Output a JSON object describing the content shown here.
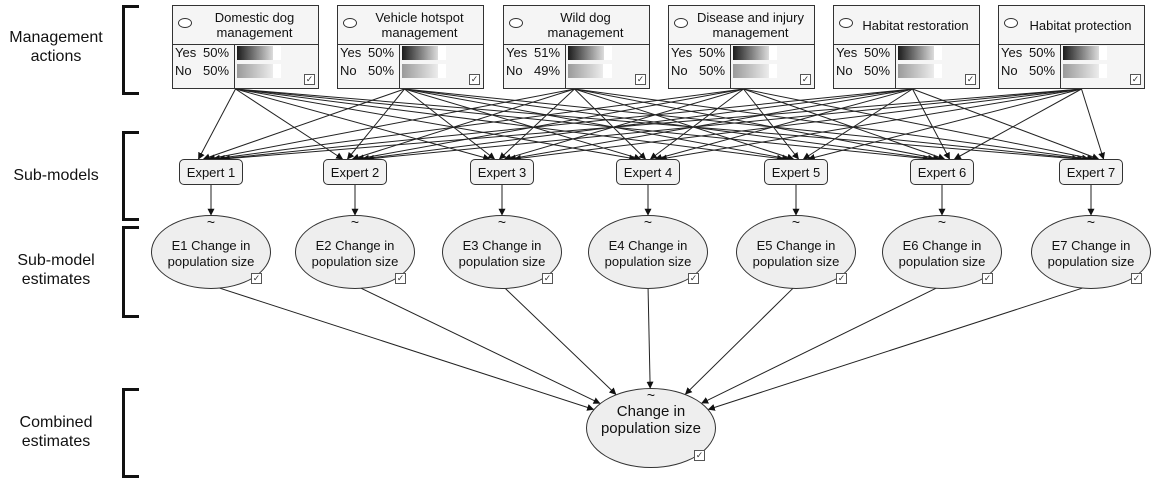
{
  "row_labels": {
    "management_actions": [
      "Management",
      "actions"
    ],
    "sub_models": [
      "Sub-models"
    ],
    "sub_model_estimates": [
      "Sub-model",
      "estimates"
    ],
    "combined_estimates": [
      "Combined",
      "estimates"
    ]
  },
  "actions": [
    {
      "title": "Domestic dog management",
      "yes_label": "Yes",
      "yes": "50%",
      "no_label": "No",
      "no": "50%",
      "yes_frac": 0.5,
      "no_frac": 0.5
    },
    {
      "title": "Vehicle hotspot management",
      "yes_label": "Yes",
      "yes": "50%",
      "no_label": "No",
      "no": "50%",
      "yes_frac": 0.5,
      "no_frac": 0.5
    },
    {
      "title": "Wild dog management",
      "yes_label": "Yes",
      "yes": "51%",
      "no_label": "No",
      "no": "49%",
      "yes_frac": 0.51,
      "no_frac": 0.49
    },
    {
      "title": "Disease and injury management",
      "yes_label": "Yes",
      "yes": "50%",
      "no_label": "No",
      "no": "50%",
      "yes_frac": 0.5,
      "no_frac": 0.5
    },
    {
      "title": "Habitat restoration",
      "yes_label": "Yes",
      "yes": "50%",
      "no_label": "No",
      "no": "50%",
      "yes_frac": 0.5,
      "no_frac": 0.5
    },
    {
      "title": "Habitat protection",
      "yes_label": "Yes",
      "yes": "50%",
      "no_label": "No",
      "no": "50%",
      "yes_frac": 0.5,
      "no_frac": 0.5
    }
  ],
  "experts": [
    "Expert 1",
    "Expert 2",
    "Expert 3",
    "Expert 4",
    "Expert 5",
    "Expert 6",
    "Expert 7"
  ],
  "estimates": [
    "E1 Change in population size",
    "E2 Change in population size",
    "E3 Change in population size",
    "E4 Change in population size",
    "E5 Change in population size",
    "E6 Change in population size",
    "E7 Change in population size"
  ],
  "uncertainty_symbol": "~",
  "checkbox_glyph": "✓",
  "combined": {
    "title": "Change in population size"
  }
}
